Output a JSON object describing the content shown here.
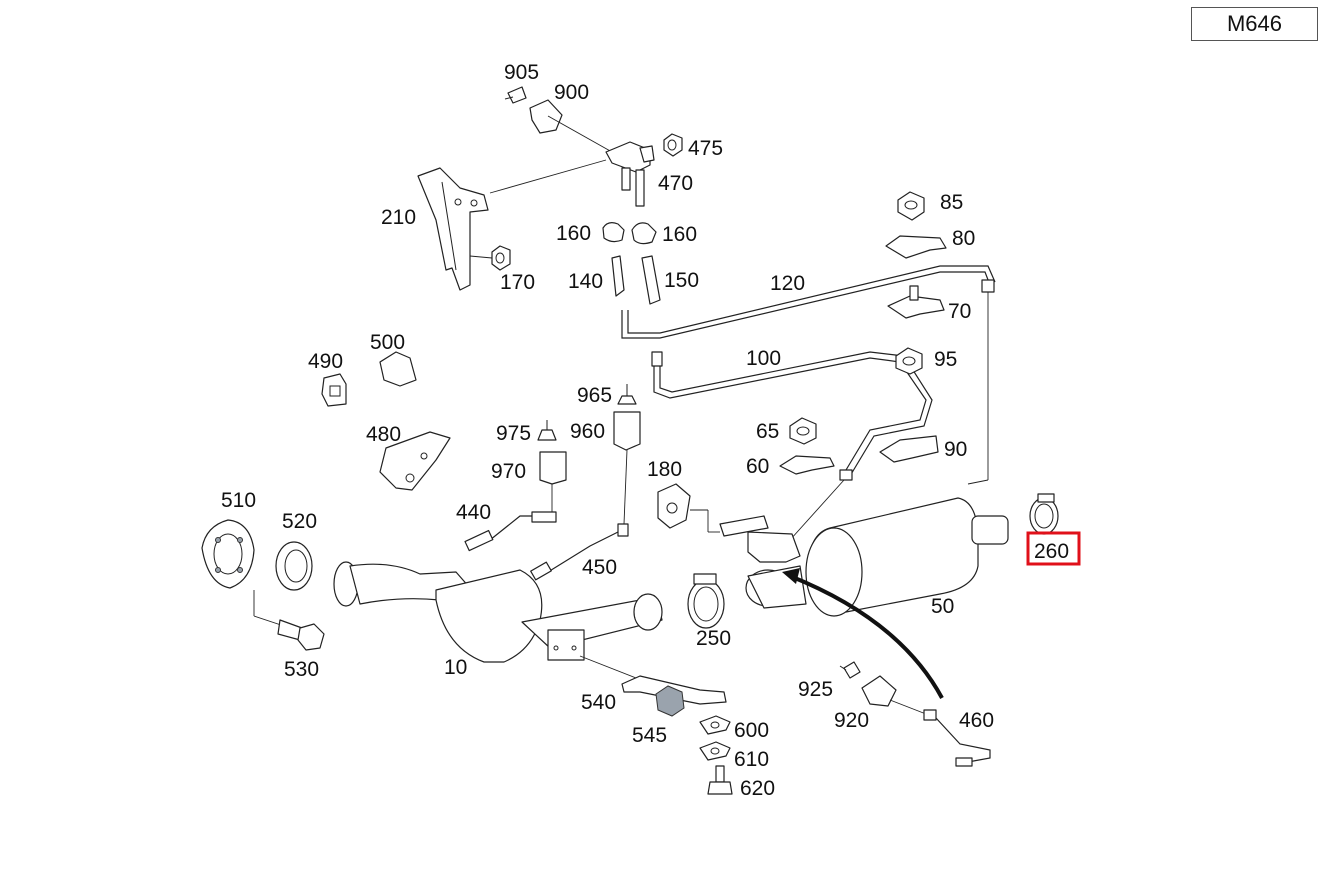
{
  "model_label": "M646",
  "highlight_color": "#e0101a",
  "arrow_color": "#111111",
  "parts": [
    {
      "id": "905"
    },
    {
      "id": "900"
    },
    {
      "id": "475"
    },
    {
      "id": "470"
    },
    {
      "id": "210"
    },
    {
      "id": "170"
    },
    {
      "id": "160a",
      "label": "160"
    },
    {
      "id": "160b",
      "label": "160"
    },
    {
      "id": "140"
    },
    {
      "id": "150"
    },
    {
      "id": "120"
    },
    {
      "id": "85"
    },
    {
      "id": "80"
    },
    {
      "id": "70"
    },
    {
      "id": "95"
    },
    {
      "id": "100"
    },
    {
      "id": "500"
    },
    {
      "id": "490"
    },
    {
      "id": "480"
    },
    {
      "id": "965"
    },
    {
      "id": "960"
    },
    {
      "id": "975"
    },
    {
      "id": "970"
    },
    {
      "id": "65"
    },
    {
      "id": "60"
    },
    {
      "id": "90"
    },
    {
      "id": "180"
    },
    {
      "id": "510"
    },
    {
      "id": "520"
    },
    {
      "id": "440"
    },
    {
      "id": "450"
    },
    {
      "id": "260",
      "highlighted": true
    },
    {
      "id": "250"
    },
    {
      "id": "50"
    },
    {
      "id": "530"
    },
    {
      "id": "10"
    },
    {
      "id": "540"
    },
    {
      "id": "545"
    },
    {
      "id": "600"
    },
    {
      "id": "610"
    },
    {
      "id": "620"
    },
    {
      "id": "925"
    },
    {
      "id": "920"
    },
    {
      "id": "460"
    }
  ]
}
